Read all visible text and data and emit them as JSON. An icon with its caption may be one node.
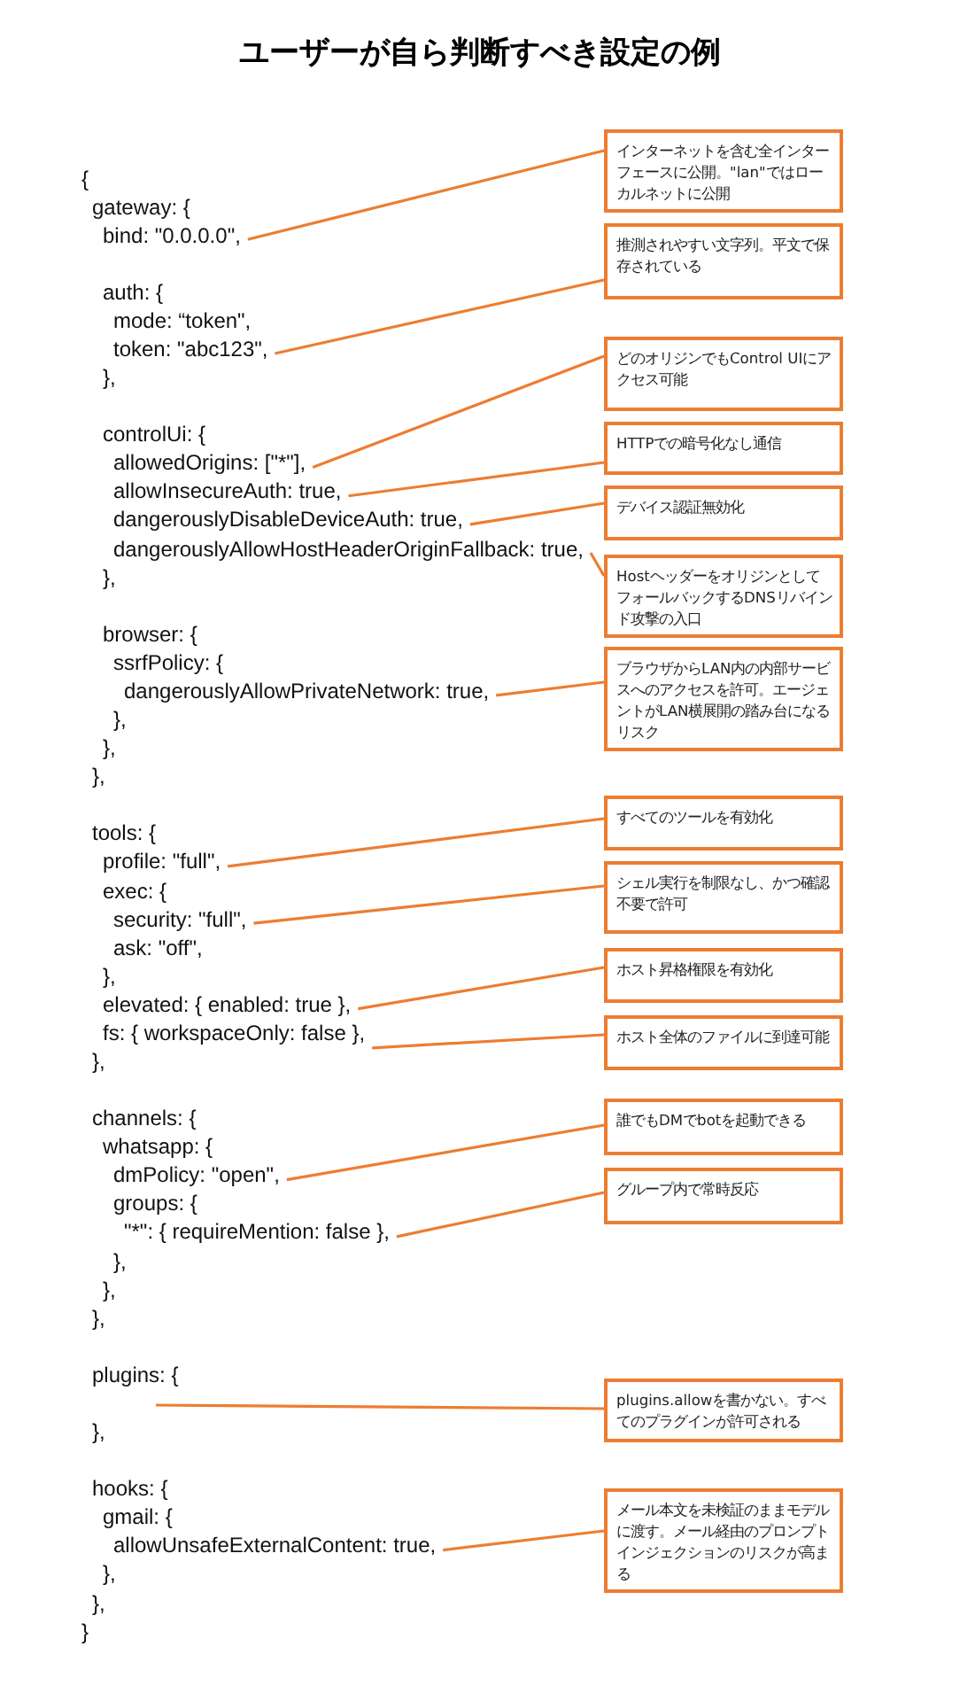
{
  "diagram": {
    "title": "ユーザーが自ら判断すべき設定の例",
    "nodes": [
      {
        "text": [
          "bind: \"0.0.0.0\","
        ]
      },
      {
        "text": [
          "インターネットを含む全インターフェースに公開。\"lan\"ではローカルネットに公開"
        ]
      },
      {
        "text": [
          "token: \"abc123\","
        ]
      },
      {
        "text": [
          "推測されやすい文字列。平文で保存されている"
        ]
      },
      {
        "text": [
          "allowedOrigins: [\"*\"],"
        ]
      },
      {
        "text": [
          "どのオリジンでもControl UIにアクセス可能"
        ]
      },
      {
        "text": [
          "allowInsecureAuth: true,"
        ]
      },
      {
        "text": [
          "HTTPでの暗号化なし通信"
        ]
      },
      {
        "text": [
          "dangerouslyDisableDeviceAuth: true,"
        ]
      },
      {
        "text": [
          "デバイス認証無効化"
        ]
      },
      {
        "text": [
          "dangerouslyAllowHostHeaderOriginFallback: true,"
        ]
      },
      {
        "text": [
          "HostヘッダーをオリジンとしてフォールバックするDNSリバインド攻撃の入口"
        ]
      },
      {
        "text": [
          "dangerouslyAllowPrivateNetwork: true,"
        ]
      },
      {
        "text": [
          "ブラウザからLAN内の内部サービスへのアクセスを許可。エージェントがLAN横展開の踏み台になるリスク"
        ]
      },
      {
        "text": [
          "profile: \"full\","
        ]
      },
      {
        "text": [
          "すべてのツールを有効化"
        ]
      },
      {
        "text": [
          "security: \"full\","
        ]
      },
      {
        "text": [
          "シェル実行を制限なし、かつ確認不要で許可"
        ]
      },
      {
        "text": [
          "elevated: { enabled: true },"
        ]
      },
      {
        "text": [
          "ホスト昇格権限を有効化"
        ]
      },
      {
        "text": [
          "fs: { workspaceOnly: false },"
        ]
      },
      {
        "text": [
          "ホスト全体のファイルに到達可能"
        ]
      },
      {
        "text": [
          "dmPolicy: \"open\","
        ]
      },
      {
        "text": [
          "誰でもDMでbotを起動できる"
        ]
      },
      {
        "text": [
          "\"*\": { requireMention: false },"
        ]
      },
      {
        "text": [
          "グループ内で常時反応"
        ]
      },
      {
        "text": [
          "plugins.allowを書かない。すべてのプラグインが許可される"
        ]
      },
      {
        "text": [
          "allowUnsafeExternalContent: true,"
        ]
      },
      {
        "text": [
          "メール本文を未検証のままモデルに渡す。メール経由のプロンプトインジェクションのリスクが高まる"
        ]
      }
    ],
    "edges": [
      {
        "from": 0,
        "to": 1,
        "arrow": "none"
      },
      {
        "from": 2,
        "to": 3,
        "arrow": "none"
      },
      {
        "from": 4,
        "to": 5,
        "arrow": "none"
      },
      {
        "from": 6,
        "to": 7,
        "arrow": "none"
      },
      {
        "from": 8,
        "to": 9,
        "arrow": "none"
      },
      {
        "from": 10,
        "to": 11,
        "arrow": "none"
      },
      {
        "from": 12,
        "to": 13,
        "arrow": "none"
      },
      {
        "from": 14,
        "to": 15,
        "arrow": "none"
      },
      {
        "from": 16,
        "to": 17,
        "arrow": "none"
      },
      {
        "from": 18,
        "to": 19,
        "arrow": "none"
      },
      {
        "from": 20,
        "to": 21,
        "arrow": "none"
      },
      {
        "from": 22,
        "to": 23,
        "arrow": "none"
      },
      {
        "from": 24,
        "to": 25,
        "arrow": "none"
      },
      {
        "from": null,
        "to": 26,
        "arrow": "none"
      },
      {
        "from": 27,
        "to": 28,
        "arrow": "none"
      }
    ],
    "labels": [
      "{",
      "gateway: {",
      "auth: {",
      "mode: “token\",",
      "},",
      "controlUi: {",
      "},",
      "browser: {",
      "ssrfPolicy: {",
      "},",
      "},",
      "},",
      "tools: {",
      "exec: {",
      "ask: \"off\",",
      "},",
      "},",
      "channels: {",
      "whatsapp: {",
      "groups: {",
      "},",
      "},",
      "},",
      "plugins: {",
      "},",
      "hooks: {",
      "gmail: {",
      "},",
      "},",
      "}"
    ]
  }
}
